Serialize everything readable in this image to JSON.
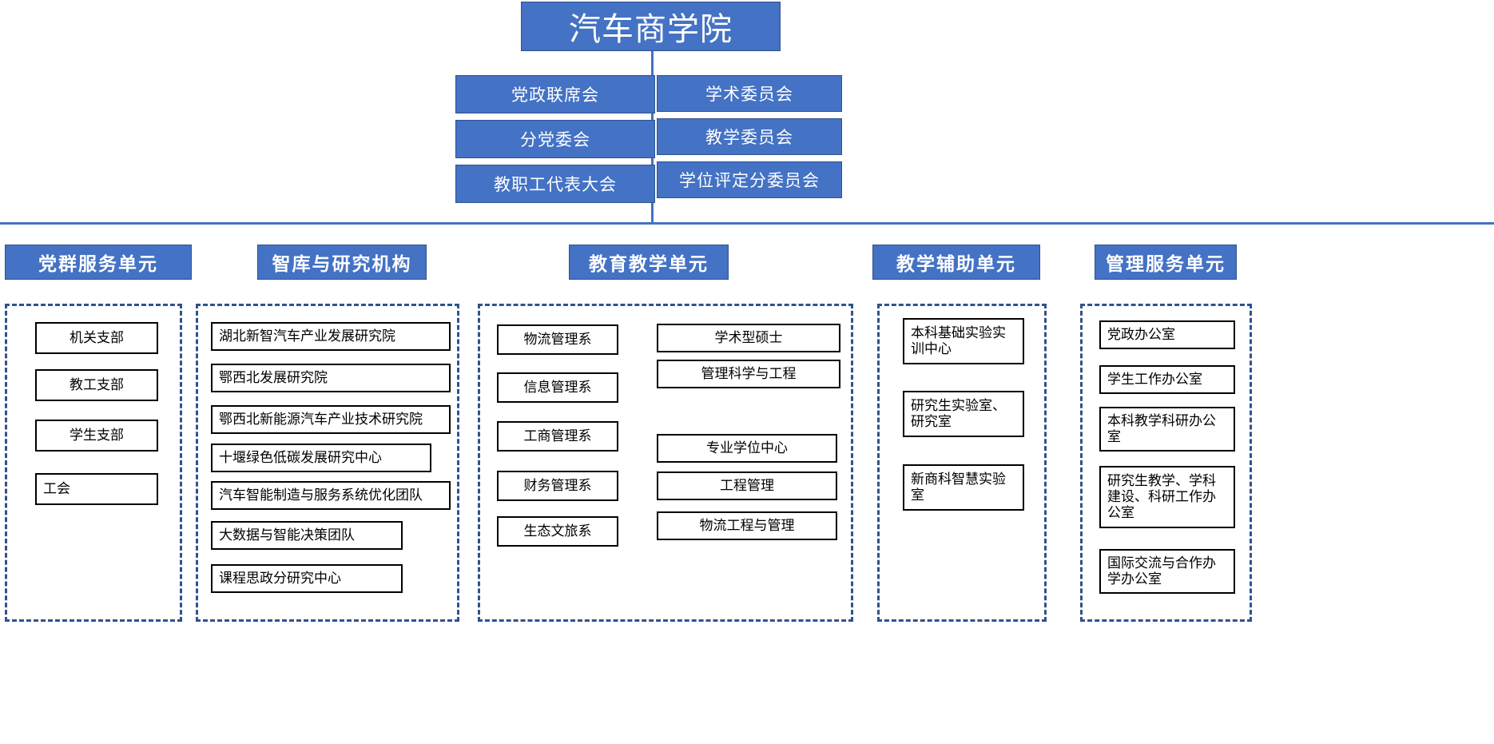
{
  "root": {
    "title": "汽车商学院"
  },
  "committees": {
    "left": [
      {
        "label": "党政联席会"
      },
      {
        "label": "分党委会"
      },
      {
        "label": "教职工代表大会"
      }
    ],
    "right": [
      {
        "label": "学术委员会"
      },
      {
        "label": "教学委员会"
      },
      {
        "label": "学位评定分委员会"
      }
    ]
  },
  "categories": [
    {
      "label": "党群服务单元"
    },
    {
      "label": "智库与研究机构"
    },
    {
      "label": "教育教学单元"
    },
    {
      "label": "教学辅助单元"
    },
    {
      "label": "管理服务单元"
    }
  ],
  "groups": {
    "party_service": [
      {
        "label": "机关支部"
      },
      {
        "label": "教工支部"
      },
      {
        "label": "学生支部"
      },
      {
        "label": "工会"
      }
    ],
    "think_tank": [
      {
        "label": "湖北新智汽车产业发展研究院"
      },
      {
        "label": "鄂西北发展研究院"
      },
      {
        "label": "鄂西北新能源汽车产业技术研究院"
      },
      {
        "label": "十堰绿色低碳发展研究中心"
      },
      {
        "label": "汽车智能制造与服务系统优化团队"
      },
      {
        "label": "大数据与智能决策团队"
      },
      {
        "label": "课程思政分研究中心"
      }
    ],
    "teaching_departments": [
      {
        "label": "物流管理系"
      },
      {
        "label": "信息管理系"
      },
      {
        "label": "工商管理系"
      },
      {
        "label": "财务管理系"
      },
      {
        "label": "生态文旅系"
      }
    ],
    "teaching_degrees": [
      {
        "label": "学术型硕士"
      },
      {
        "label": "管理科学与工程"
      },
      {
        "label": "专业学位中心"
      },
      {
        "label": "工程管理"
      },
      {
        "label": "物流工程与管理"
      }
    ],
    "teaching_support": [
      {
        "label": "本科基础实验实训中心"
      },
      {
        "label": "研究生实验室、研究室"
      },
      {
        "label": "新商科智慧实验室"
      }
    ],
    "management_service": [
      {
        "label": "党政办公室"
      },
      {
        "label": "学生工作办公室"
      },
      {
        "label": "本科教学科研办公室"
      },
      {
        "label": "研究生教学、学科建设、科研工作办公室"
      },
      {
        "label": "国际交流与合作办学办公室"
      }
    ]
  },
  "colors": {
    "accent_blue": "#4472c4",
    "accent_blue_dark": "#2f528f",
    "box_border": "#000000",
    "background": "#ffffff"
  }
}
